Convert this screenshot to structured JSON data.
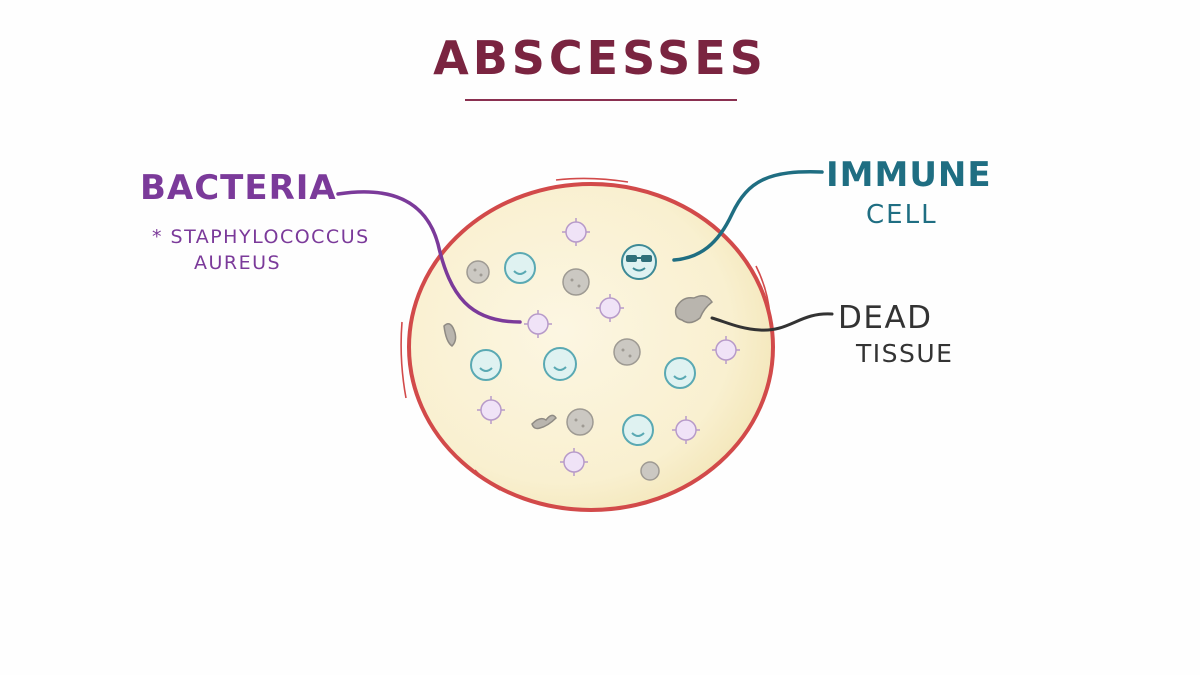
{
  "title": "ABSCESSES",
  "labels": {
    "bacteria": "BACTERIA",
    "bacteria_note_line1": "* STAPHYLOCOCCUS",
    "bacteria_note_line2": "AUREUS",
    "immune_line1": "IMMUNE",
    "immune_line2": "CELL",
    "dead_line1": "DEAD",
    "dead_line2": "TISSUE"
  },
  "colors": {
    "title": "#7a2440",
    "bacteria": "#7b3a9a",
    "immune": "#1f6e82",
    "dead": "#333333",
    "abscess_rim": "#d24a4a",
    "abscess_fill": "#fbf4da",
    "bacteria_cell": "#f0e3f7",
    "immune_cell": "#dff2f1",
    "dead_cell": "#cbc8c2"
  }
}
